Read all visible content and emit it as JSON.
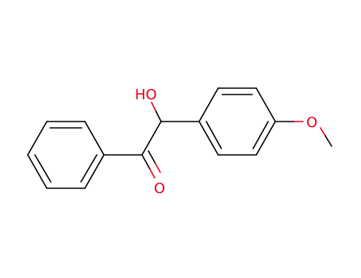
{
  "molecule": {
    "atoms": {
      "hydroxyl": "HO",
      "carbonyl_oxygen": "O",
      "ether_oxygen": "O"
    },
    "colors": {
      "bond": "#000000",
      "heteroatom": "#e8001c",
      "background": "#ffffff"
    }
  }
}
